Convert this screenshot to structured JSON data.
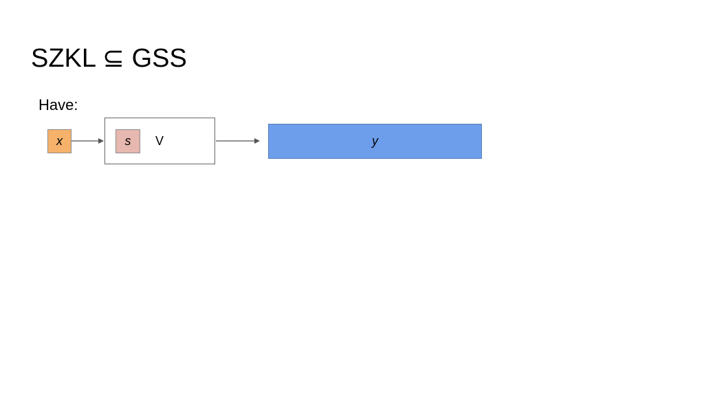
{
  "slide": {
    "title": "SZKL ⊆ GSS",
    "subtitle": "Have:"
  },
  "diagram": {
    "input": {
      "label": "x",
      "color": "#f6b26b"
    },
    "verifier": {
      "label": "V"
    },
    "seed": {
      "label": "s",
      "color": "#e6b8af"
    },
    "output": {
      "label": "y",
      "color": "#6d9eeb"
    },
    "arrow_color": "#555555"
  }
}
